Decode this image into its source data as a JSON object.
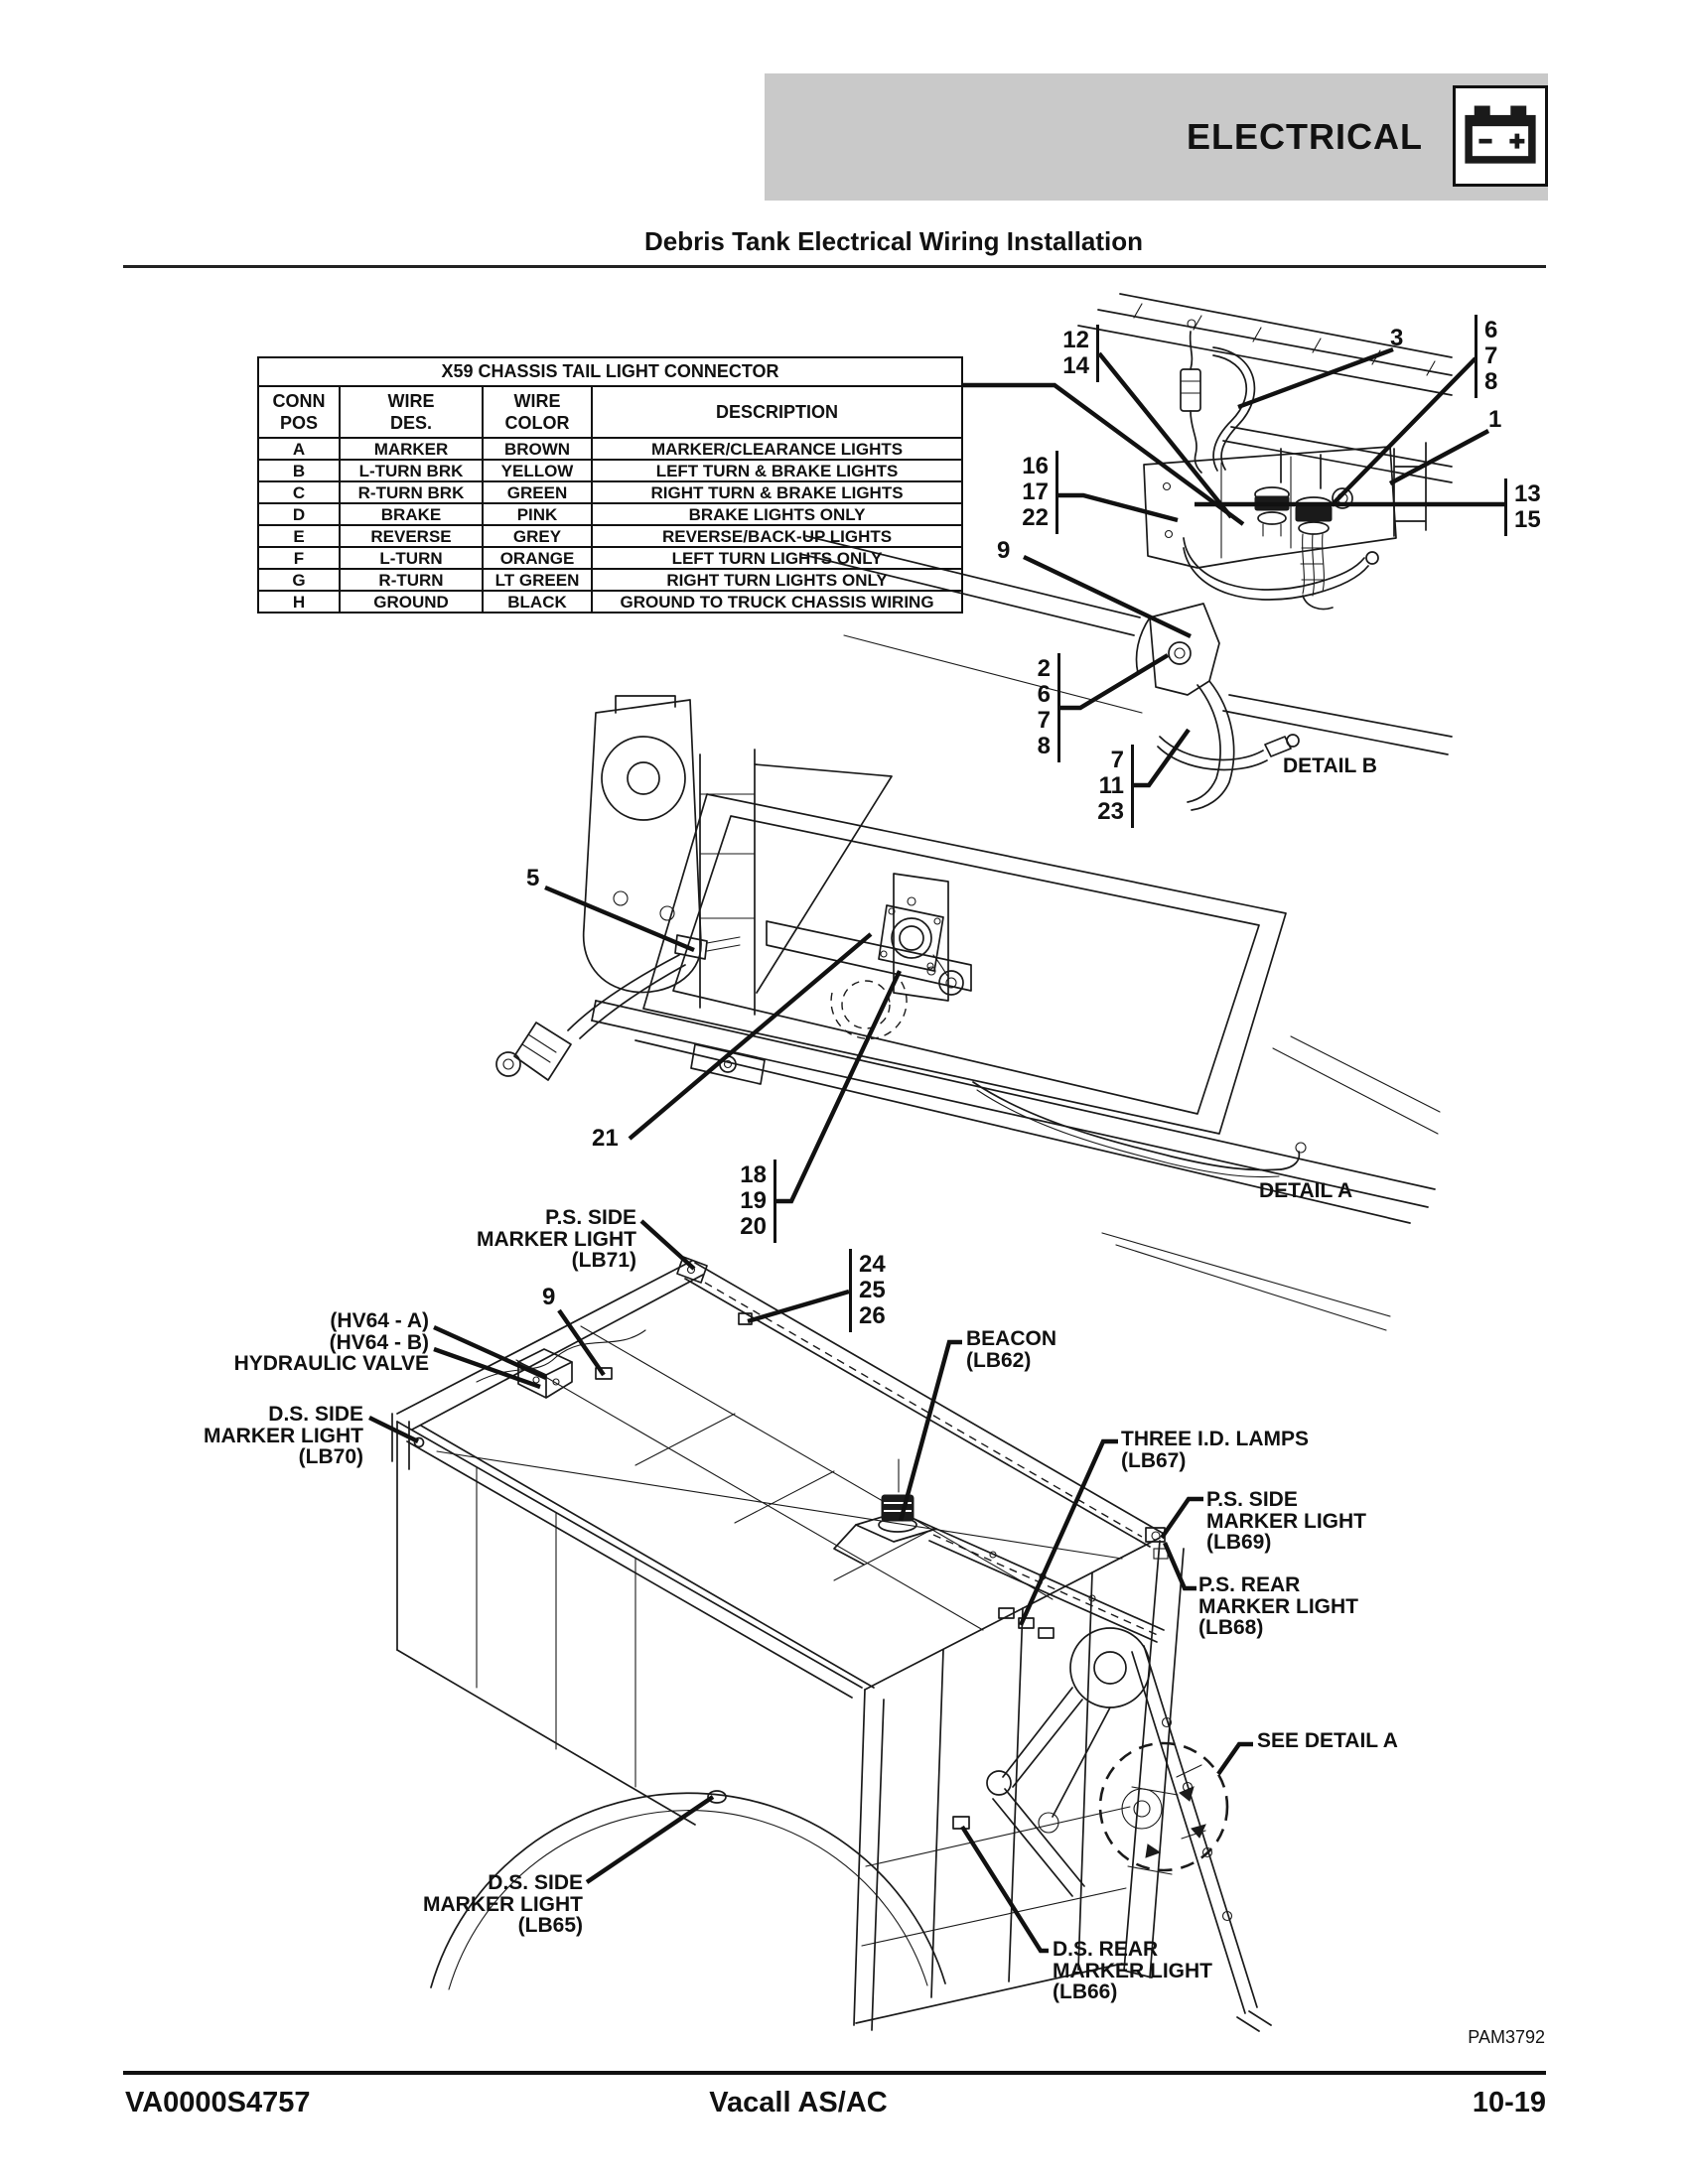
{
  "banner": {
    "title": "ELECTRICAL",
    "icon": "battery-icon"
  },
  "page_title": "Debris Tank Electrical Wiring Installation",
  "connector_table": {
    "title": "X59 CHASSIS TAIL LIGHT CONNECTOR",
    "columns": [
      "CONN\nPOS",
      "WIRE\nDES.",
      "WIRE\nCOLOR",
      "DESCRIPTION"
    ],
    "rows": [
      [
        "A",
        "MARKER",
        "BROWN",
        "MARKER/CLEARANCE LIGHTS"
      ],
      [
        "B",
        "L-TURN BRK",
        "YELLOW",
        "LEFT TURN & BRAKE LIGHTS"
      ],
      [
        "C",
        "R-TURN BRK",
        "GREEN",
        "RIGHT TURN & BRAKE LIGHTS"
      ],
      [
        "D",
        "BRAKE",
        "PINK",
        "BRAKE LIGHTS ONLY"
      ],
      [
        "E",
        "REVERSE",
        "GREY",
        "REVERSE/BACK-UP LIGHTS"
      ],
      [
        "F",
        "L-TURN",
        "ORANGE",
        "LEFT TURN LIGHTS ONLY"
      ],
      [
        "G",
        "R-TURN",
        "LT GREEN",
        "RIGHT TURN LIGHTS ONLY"
      ],
      [
        "H",
        "GROUND",
        "BLACK",
        "GROUND TO TRUCK CHASSIS WIRING"
      ]
    ]
  },
  "callouts": {
    "c12_14": [
      "12",
      "14"
    ],
    "c3": [
      "3"
    ],
    "c6_7_8": [
      "6",
      "7",
      "8"
    ],
    "c1": [
      "1"
    ],
    "c13_15": [
      "13",
      "15"
    ],
    "c16_17_22": [
      "16",
      "17",
      "22"
    ],
    "c9_rail": [
      "9"
    ],
    "c2_6_7_8": [
      "2",
      "6",
      "7",
      "8"
    ],
    "c7_11_23": [
      "7",
      "11",
      "23"
    ],
    "c5": [
      "5"
    ],
    "c21": [
      "21"
    ],
    "c18_19_20": [
      "18",
      "19",
      "20"
    ],
    "c24_25_26": [
      "24",
      "25",
      "26"
    ],
    "c9_tank": [
      "9"
    ]
  },
  "labels": {
    "ps_side_lb71": "P.S. SIDE\nMARKER LIGHT\n(LB71)",
    "hydraulic_valve": "(HV64 - A)\n(HV64 - B)\nHYDRAULIC VALVE",
    "ds_side_lb70": "D.S. SIDE\nMARKER LIGHT\n(LB70)",
    "beacon_lb62": "BEACON\n(LB62)",
    "three_id_lamps_lb67": "THREE I.D. LAMPS\n(LB67)",
    "ps_side_lb69": "P.S. SIDE\nMARKER LIGHT\n(LB69)",
    "ps_rear_lb68": "P.S. REAR\nMARKER LIGHT\n(LB68)",
    "see_detail_a": "SEE DETAIL A",
    "ds_side_lb65": "D.S. SIDE\nMARKER LIGHT\n(LB65)",
    "ds_rear_lb66": "D.S. REAR\nMARKER LIGHT\n(LB66)",
    "detail_a": "DETAIL A",
    "detail_b": "DETAIL B"
  },
  "figure_code": "PAM3792",
  "footer": {
    "left": "VA0000S4757",
    "center": "Vacall AS/AC",
    "right": "10-19"
  },
  "colors": {
    "banner_gray": "#c9c9c9",
    "ink": "#1a1a1a"
  }
}
